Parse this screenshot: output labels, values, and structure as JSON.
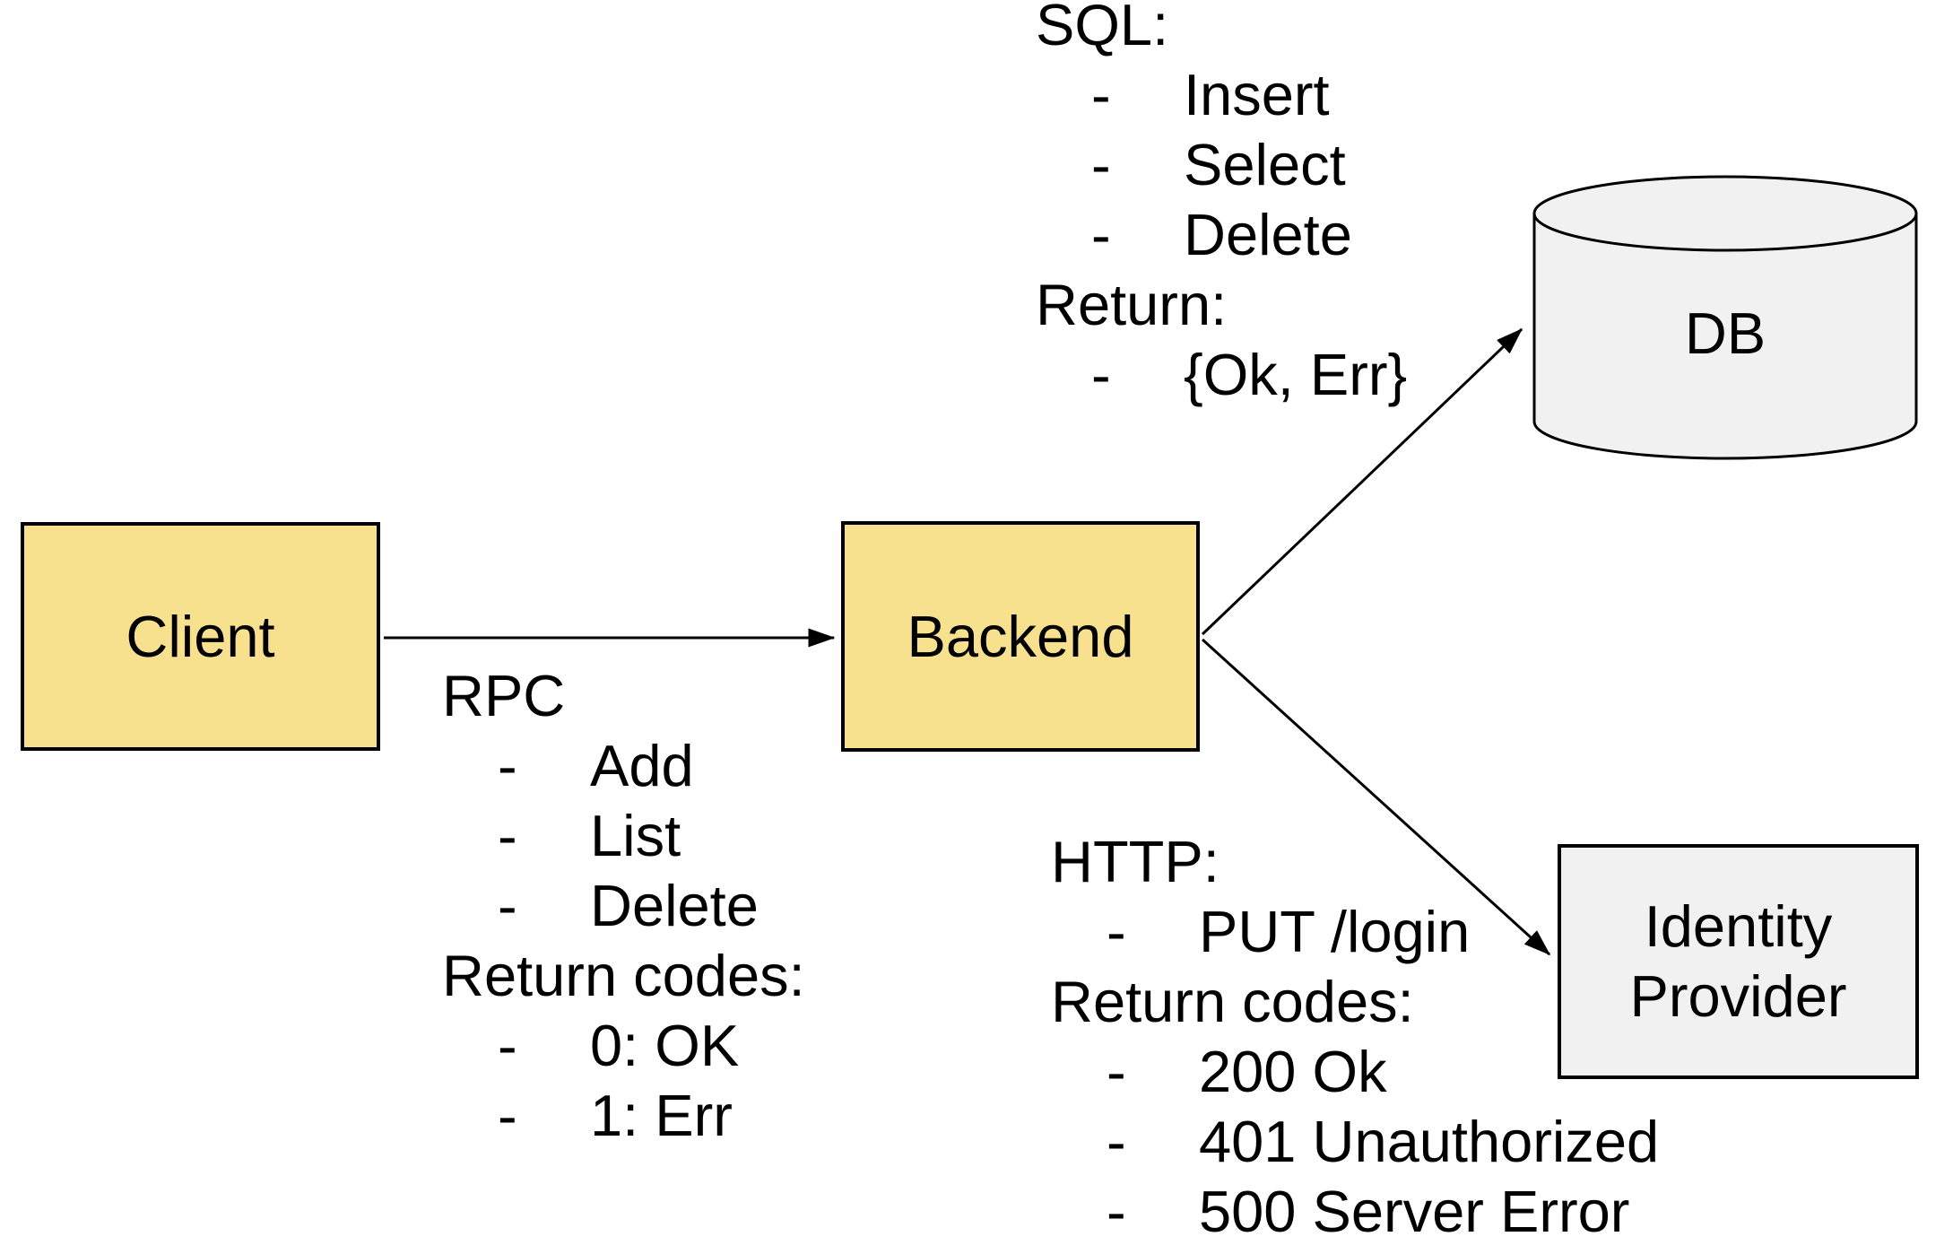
{
  "colors": {
    "canvas_bg": "#ffffff",
    "node_yellow": "#f7e08e",
    "node_gray": "#f1f1f1",
    "line": "#000000",
    "text": "#000000"
  },
  "bullet_char": "-",
  "nodes": {
    "client": {
      "label": "Client"
    },
    "backend": {
      "label": "Backend"
    },
    "db": {
      "label": "DB"
    },
    "identity_provider": {
      "label": "Identity Provider"
    }
  },
  "annotations": {
    "rpc": {
      "title": "RPC",
      "items": [
        "Add",
        "List",
        "Delete"
      ],
      "return_title": "Return codes:",
      "return_items": [
        "0: OK",
        "1: Err"
      ]
    },
    "sql": {
      "title": "SQL:",
      "items": [
        "Insert",
        "Select",
        "Delete"
      ],
      "return_title": "Return:",
      "return_items": [
        "{Ok, Err}"
      ]
    },
    "http": {
      "title": "HTTP:",
      "items": [
        "PUT /login"
      ],
      "return_title": "Return codes:",
      "return_items": [
        "200 Ok",
        "401 Unauthorized",
        "500 Server Error"
      ]
    }
  }
}
